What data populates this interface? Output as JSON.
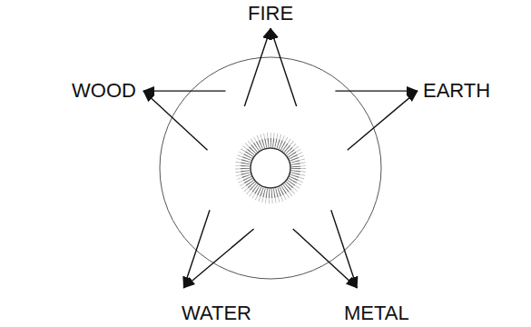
{
  "diagram": {
    "nodes": [
      {
        "text": [
          "FIRE"
        ]
      },
      {
        "text": [
          "WOOD"
        ]
      },
      {
        "text": [
          "EARTH"
        ]
      },
      {
        "text": [
          "WATER"
        ]
      },
      {
        "text": [
          "METAL"
        ]
      }
    ],
    "edges": [
      {
        "from": 0,
        "to": 3,
        "arrow": "both"
      },
      {
        "from": 0,
        "to": 4,
        "arrow": "both"
      },
      {
        "from": 1,
        "to": 2,
        "arrow": "both"
      },
      {
        "from": 1,
        "to": 4,
        "arrow": "both"
      },
      {
        "from": 2,
        "to": 3,
        "arrow": "both"
      }
    ]
  }
}
